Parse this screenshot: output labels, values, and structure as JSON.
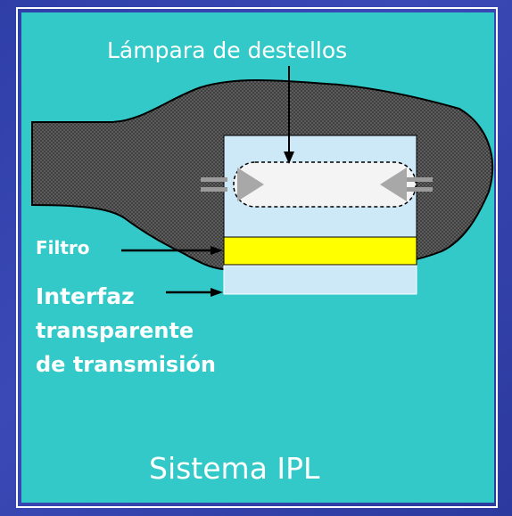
{
  "labels": {
    "lamp": "Lámpara de destellos",
    "filter": "Filtro",
    "interface_line1": "Interfaz",
    "interface_line2": "transparente",
    "interface_line3": "de transmisión",
    "system": "Sistema IPL"
  },
  "colors": {
    "background": "#3a49b6",
    "panel": "#33c9c9",
    "handpiece": "#555555",
    "housing": "#cde9f8",
    "lamp": "#f4f4f4",
    "filter": "#ffff00",
    "interface": "#cde9f8",
    "arrow": "#000000",
    "electrode": "#aaaaaa"
  }
}
